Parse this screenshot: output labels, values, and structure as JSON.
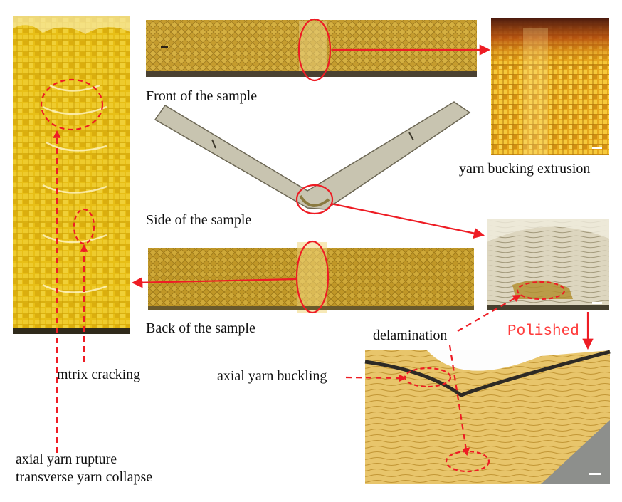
{
  "labels": {
    "front": "Front of the sample",
    "side": "Side of the sample",
    "back": "Back of the sample",
    "yarn_bucking_extrusion": "yarn bucking extrusion",
    "delamination": "delamination",
    "polished": "Polished",
    "axial_yarn_buckling": "axial yarn buckling",
    "mtrix_cracking": "mtrix cracking",
    "axial_yarn_rupture": "axial yarn rupture",
    "transverse_yarn_collapse": "transverse yarn collapse"
  },
  "colors": {
    "annotation_red": "#ee1c24",
    "polished_text": "#ff3b3b",
    "yarn_yellow": "#e8c21e",
    "composite_amber": "#b7952e",
    "side_gray": "#c8c4b0",
    "dark_edge": "#3a3326"
  }
}
